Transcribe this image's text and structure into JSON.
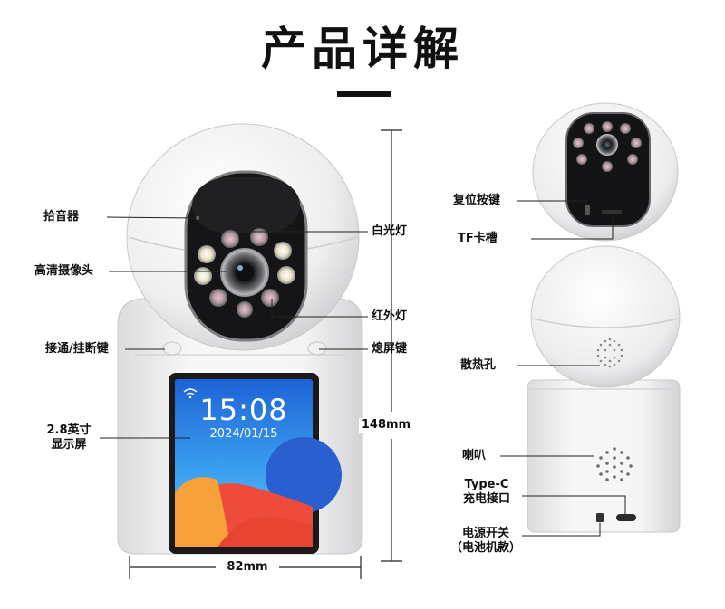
{
  "page_title": "产品详解",
  "labels": {
    "mic": "拾音器",
    "camera": "高清摄像头",
    "call_key": "接通/挂断键",
    "screen_line1": "2.8英寸",
    "screen_line2": "显示屏",
    "white_light": "白光灯",
    "ir_light": "红外灯",
    "screen_off_key": "熄屏键",
    "height": "148mm",
    "width": "82mm",
    "reset_key": "复位按键",
    "tf_slot": "TF卡槽",
    "vent": "散热孔",
    "speaker": "喇叭",
    "typec_line1": "Type-C",
    "typec_line2": "充电接口",
    "power_line1": "电源开关",
    "power_line2": "（电池机款）"
  },
  "screen": {
    "time": "15:08",
    "date": "2024/01/15"
  },
  "colors": {
    "screen_blue": "#2a5fd0",
    "screen_red": "#ef4b3c",
    "screen_orange": "#f6a13a",
    "lens_black": "#1b1b1d",
    "body_white": "#f4f4f5"
  }
}
